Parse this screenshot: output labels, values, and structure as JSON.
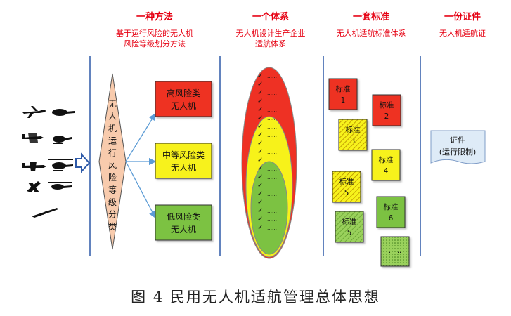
{
  "headings": [
    {
      "title": "一种方法",
      "sub1": "基于运行风险的无人机",
      "sub2": "风险等级划分方法"
    },
    {
      "title": "一个体系",
      "sub1": "无人机设计生产企业",
      "sub2": "适航体系"
    },
    {
      "title": "一套标准",
      "sub1": "无人机适航标准体系",
      "sub2": ""
    },
    {
      "title": "一份证件",
      "sub1": "无人机适航证",
      "sub2": ""
    }
  ],
  "diamond_chars": [
    "无",
    "人",
    "机",
    "运",
    "行",
    "风",
    "险",
    "等",
    "级",
    "分",
    "类"
  ],
  "risk_boxes": [
    {
      "line1": "高风险类",
      "line2": "无人机",
      "color": "#ee3124"
    },
    {
      "line1": "中等风险类",
      "line2": "无人机",
      "color": "#f7f21a"
    },
    {
      "line1": "低风险类",
      "line2": "无人机",
      "color": "#7cc242"
    }
  ],
  "checklist": {
    "item_text": "……",
    "check_mark": "✓",
    "count": 19,
    "colors": {
      "outer": "#ee3124",
      "middle": "#f7f21a",
      "inner": "#7cc242"
    }
  },
  "standards": [
    {
      "label": "标准",
      "num": "1",
      "fill": "#ee3124",
      "hatched": false
    },
    {
      "label": "标准",
      "num": "2",
      "fill": "#ee3124",
      "hatched": false
    },
    {
      "label": "标准",
      "num": "3",
      "fill": "#f7f21a",
      "hatched": true
    },
    {
      "label": "标准",
      "num": "4",
      "fill": "#f7f21a",
      "hatched": false
    },
    {
      "label": "标准",
      "num": "5",
      "fill": "#f7f21a",
      "hatched": true
    },
    {
      "label": "标准",
      "num": "6",
      "fill": "#7cc242",
      "hatched": false
    },
    {
      "label": "标准",
      "num": "5",
      "fill": "#7cc242",
      "hatched": true
    },
    {
      "label": "……",
      "num": "",
      "fill": "#7cc242",
      "hatched": false,
      "dotted": true
    }
  ],
  "certificate": {
    "line1": "证件",
    "line2": "(运行限制)"
  },
  "aircraft_icons": [
    "airliner-icon",
    "helicopter-icon",
    "propeller-plane-icon",
    "helicopter-icon",
    "light-aircraft-icon",
    "helicopter-icon",
    "fixed-wing-drone-icon",
    "helicopter-icon",
    "glider-icon"
  ],
  "caption": "图 4 民用无人机适航管理总体思想"
}
